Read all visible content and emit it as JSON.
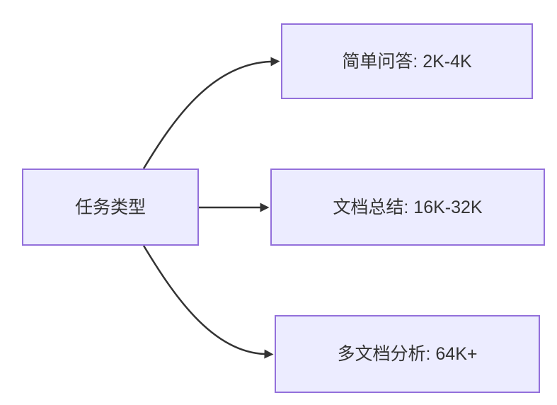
{
  "diagram": {
    "type": "flowchart",
    "direction": "left-to-right",
    "root": {
      "id": "task-type",
      "label": "任务类型"
    },
    "nodes": [
      {
        "id": "simple-qa",
        "label": "简单问答: 2K-4K"
      },
      {
        "id": "doc-summary",
        "label": "文档总结: 16K-32K"
      },
      {
        "id": "multi-doc",
        "label": "多文档分析: 64K+"
      }
    ],
    "edges": [
      {
        "from": "task-type",
        "to": "simple-qa"
      },
      {
        "from": "task-type",
        "to": "doc-summary"
      },
      {
        "from": "task-type",
        "to": "multi-doc"
      }
    ],
    "colors": {
      "background": "#FFFFFF",
      "node_fill": "#ECECFF",
      "node_border": "#9370DB",
      "arrow": "#333333",
      "text": "#333333"
    }
  }
}
